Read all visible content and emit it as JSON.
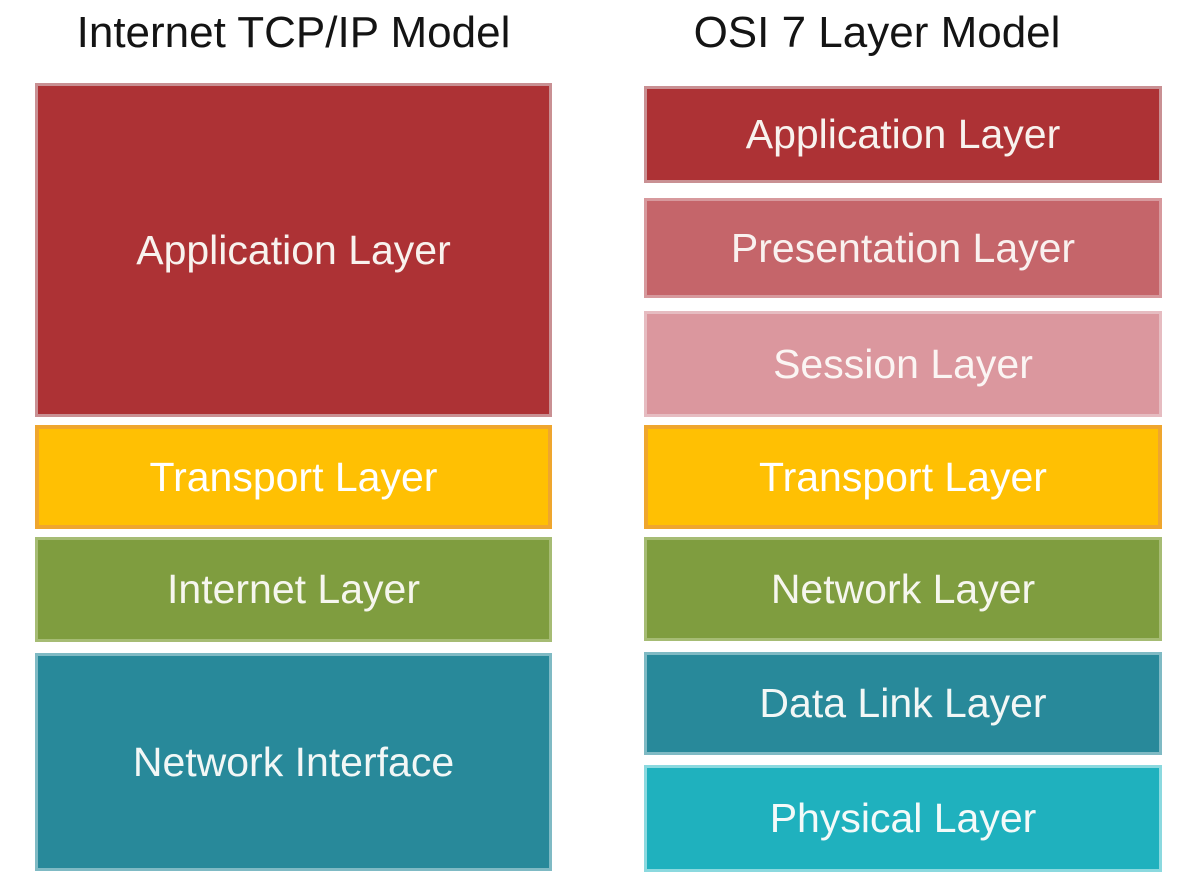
{
  "page": {
    "background": "#ffffff",
    "title_color": "#141414"
  },
  "columns": [
    {
      "title": "Internet TCP/IP Model",
      "layers": [
        {
          "label": "Application Layer",
          "fill": "#AD3235",
          "edge": "#C99093",
          "text": "#F8F2EE"
        },
        {
          "label": "Transport Layer",
          "fill": "#FFC003",
          "edge": "#EFA62E",
          "text": "#FFFFFF"
        },
        {
          "label": "Internet Layer",
          "fill": "#7F9D3F",
          "edge": "#A6BC74",
          "text": "#F6F6EE"
        },
        {
          "label": "Network Interface",
          "fill": "#28899A",
          "edge": "#7FBAC4",
          "text": "#F2F7F6"
        }
      ]
    },
    {
      "title": "OSI 7 Layer Model",
      "layers": [
        {
          "label": "Application Layer",
          "fill": "#AD3235",
          "edge": "#C99093",
          "text": "#F8F2EE"
        },
        {
          "label": "Presentation Layer",
          "fill": "#C5656A",
          "edge": "#D7999D",
          "text": "#F9F1EF"
        },
        {
          "label": "Session Layer",
          "fill": "#DB979E",
          "edge": "#E6BCC1",
          "text": "#FBF5F3"
        },
        {
          "label": "Transport Layer",
          "fill": "#FFC003",
          "edge": "#EFA62E",
          "text": "#FFFFFF"
        },
        {
          "label": "Network Layer",
          "fill": "#7F9D3F",
          "edge": "#A6BC74",
          "text": "#F6F6EE"
        },
        {
          "label": "Data Link Layer",
          "fill": "#28899A",
          "edge": "#7FBAC4",
          "text": "#F2F7F6"
        },
        {
          "label": "Physical Layer",
          "fill": "#1FB1BE",
          "edge": "#8BD9DF",
          "text": "#F4FAF9"
        }
      ]
    }
  ]
}
